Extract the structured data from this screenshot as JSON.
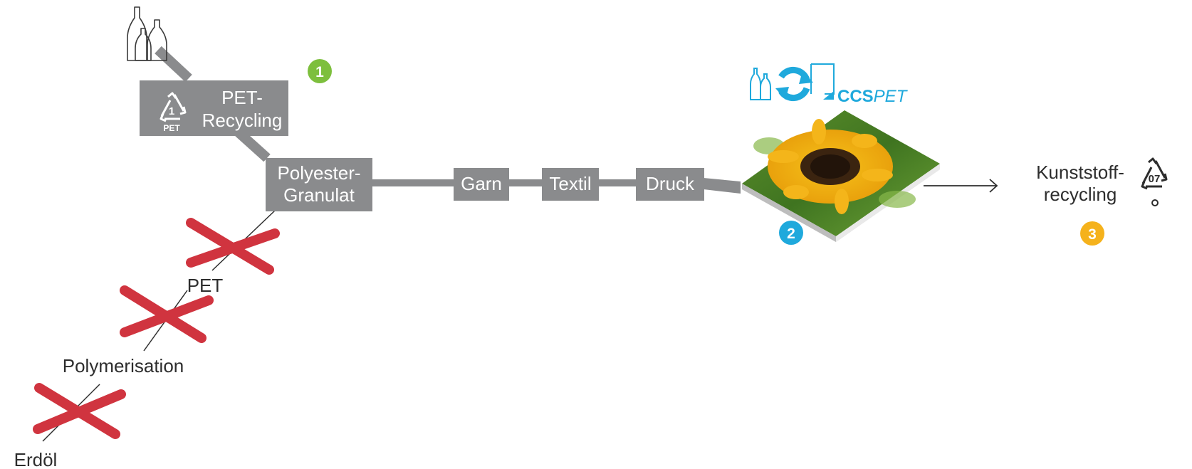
{
  "nodes": {
    "pet_recycling": {
      "line1": "PET-",
      "line2": "Recycling",
      "symbol_number": "1",
      "symbol_label": "PET"
    },
    "polyester_granulat": {
      "line1": "Polyester-",
      "line2": "Granulat"
    },
    "garn": "Garn",
    "textil": "Textil",
    "druck": "Druck",
    "kunststoff_recycling": {
      "line1": "Kunststoff-",
      "line2": "recycling",
      "symbol_number": "07"
    },
    "pet": "PET",
    "polymerisation": "Polymerisation",
    "erdoel": "Erdöl"
  },
  "badges": [
    {
      "number": "1",
      "color": "#7dbf3d"
    },
    {
      "number": "2",
      "color": "#1fa9dc"
    },
    {
      "number": "3",
      "color": "#f5b21c"
    }
  ],
  "logo": {
    "bold": "CCS",
    "italic": "PET",
    "color": "#1fa9dc"
  },
  "colors": {
    "connector": "#8a8b8d",
    "cross": "#d0343f",
    "box": "#8a8b8d"
  },
  "icons": [
    "bottles-icon",
    "recycling-symbol-icon",
    "ccspet-logo-icon",
    "sunflower-print-image",
    "arrow-right-icon",
    "cross-mark-icon"
  ]
}
